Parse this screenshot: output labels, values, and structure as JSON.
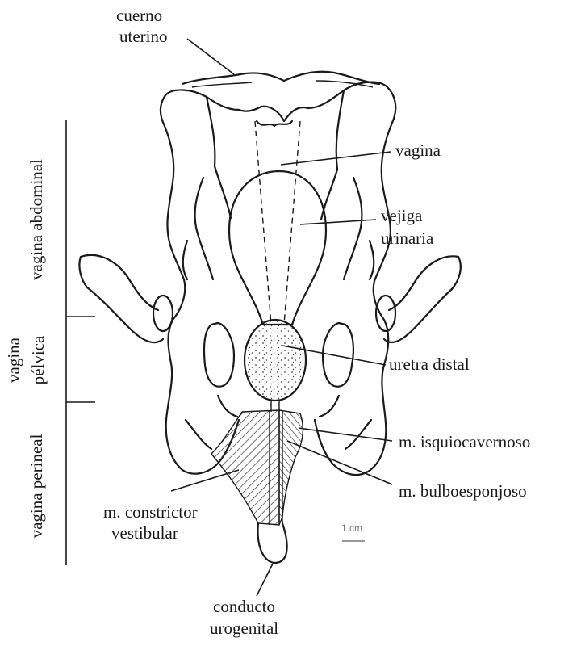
{
  "figure": {
    "labels": {
      "cuerno_uterino_1": "cuerno",
      "cuerno_uterino_2": "uterino",
      "vagina": "vagina",
      "vejiga_1": "vejiga",
      "vejiga_2": "urinaria",
      "uretra_distal": "uretra distal",
      "isquiocavernoso": "m. isquiocavernoso",
      "bulboesponjoso": "m. bulboesponjoso",
      "constrictor_1": "m. constrictor",
      "constrictor_2": "vestibular",
      "conducto_1": "conducto",
      "conducto_2": "urogenital",
      "scale_bar": "1 cm"
    },
    "regions": {
      "abdominal": "vagina abdominal",
      "pelvica_1": "vagina",
      "pelvica_2": "pélvica",
      "perineal": "vagina perineal"
    }
  }
}
